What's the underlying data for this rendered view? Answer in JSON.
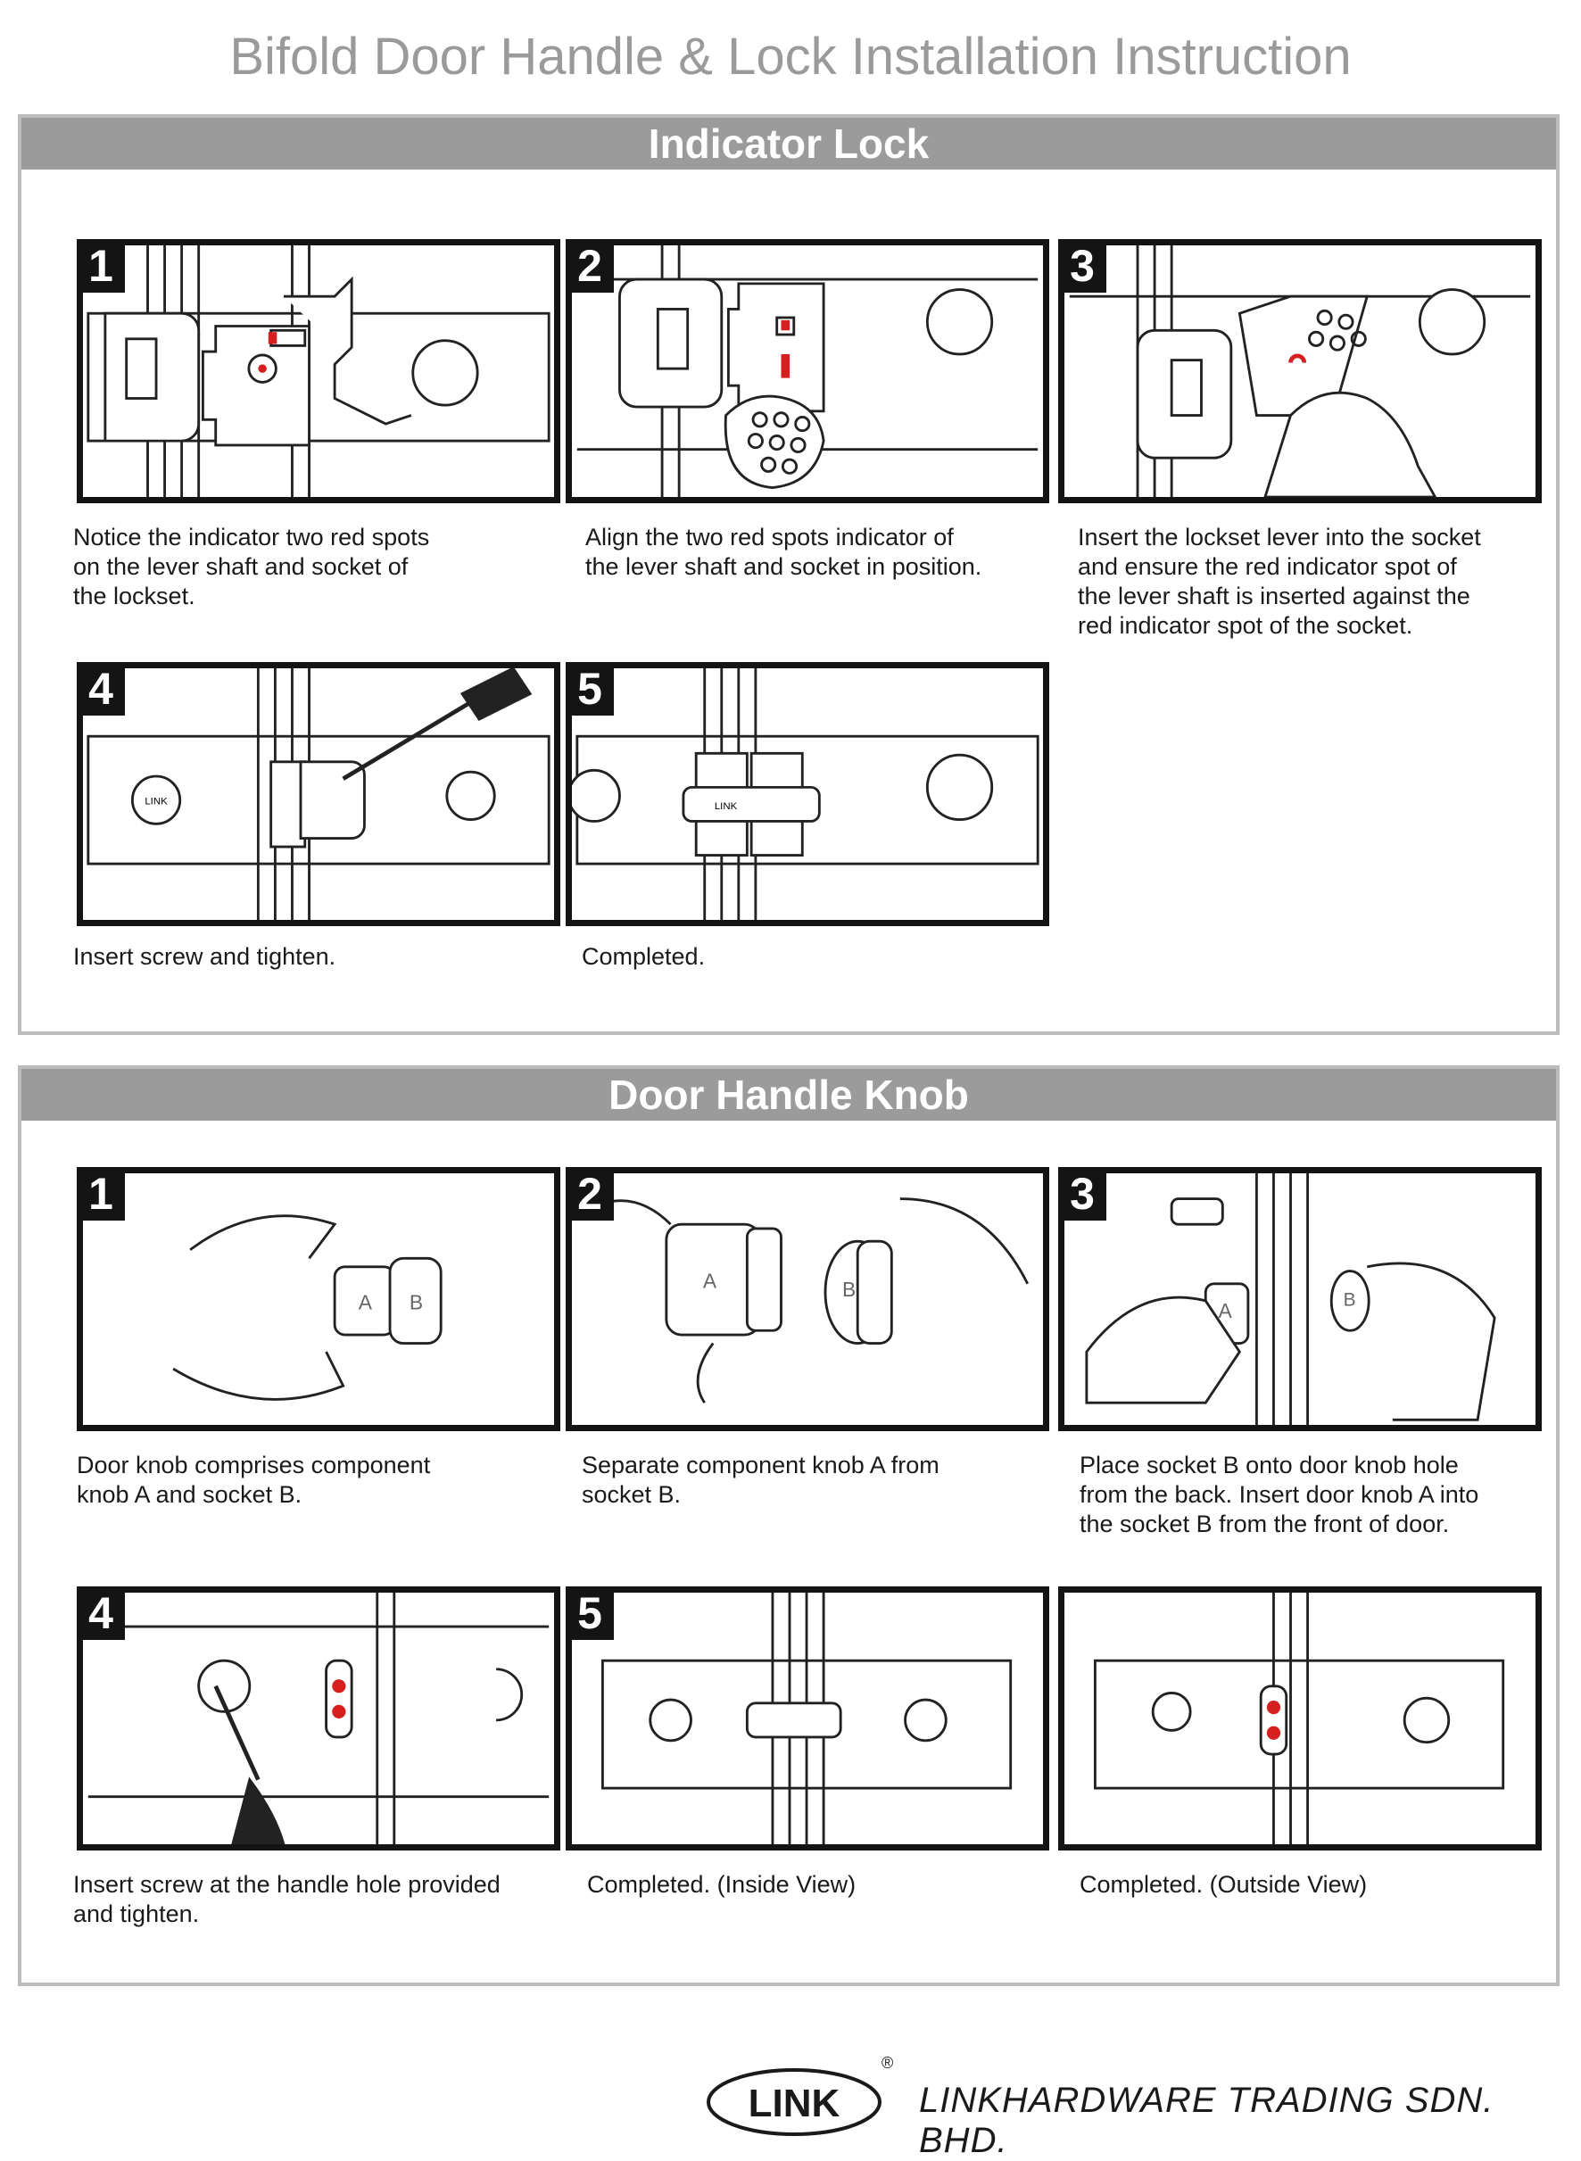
{
  "title": "Bifold Door Handle & Lock Installation Instruction",
  "sections": [
    {
      "heading": "Indicator Lock",
      "steps": [
        {
          "number": "1",
          "caption": "Notice the indicator two red spots\non the lever shaft and socket of\nthe lockset."
        },
        {
          "number": "2",
          "caption": "Align the two red spots indicator of\nthe lever shaft and socket in position."
        },
        {
          "number": "3",
          "caption": "Insert the lockset lever into the socket\nand ensure the red indicator spot of\nthe lever shaft is inserted against the\nred indicator spot of the socket."
        },
        {
          "number": "4",
          "caption": "Insert screw and tighten."
        },
        {
          "number": "5",
          "caption": "Completed."
        }
      ]
    },
    {
      "heading": "Door Handle Knob",
      "steps": [
        {
          "number": "1",
          "caption": "Door knob comprises component\nknob A and socket B."
        },
        {
          "number": "2",
          "caption": "Separate component knob A from\nsocket B."
        },
        {
          "number": "3",
          "caption": "Place socket B onto door knob hole\nfrom the back. Insert door knob A into\nthe socket B from the front of door."
        },
        {
          "number": "4",
          "caption": "Insert screw at the handle hole provided\nand tighten."
        },
        {
          "number": "5",
          "caption": "Completed. (Inside View)"
        },
        {
          "number": "",
          "caption": "Completed. (Outside View)"
        }
      ]
    }
  ],
  "labels": {
    "knob_a": "A",
    "socket_b": "B",
    "brand_small": "LINK"
  },
  "footer": {
    "logo_text": "LINK",
    "registered_mark": "®",
    "company": "LINKHARDWARE TRADING SDN. BHD."
  },
  "colors": {
    "indicator_red": "#d62020",
    "header_gray": "#9b9b9b",
    "frame_black": "#141414"
  }
}
